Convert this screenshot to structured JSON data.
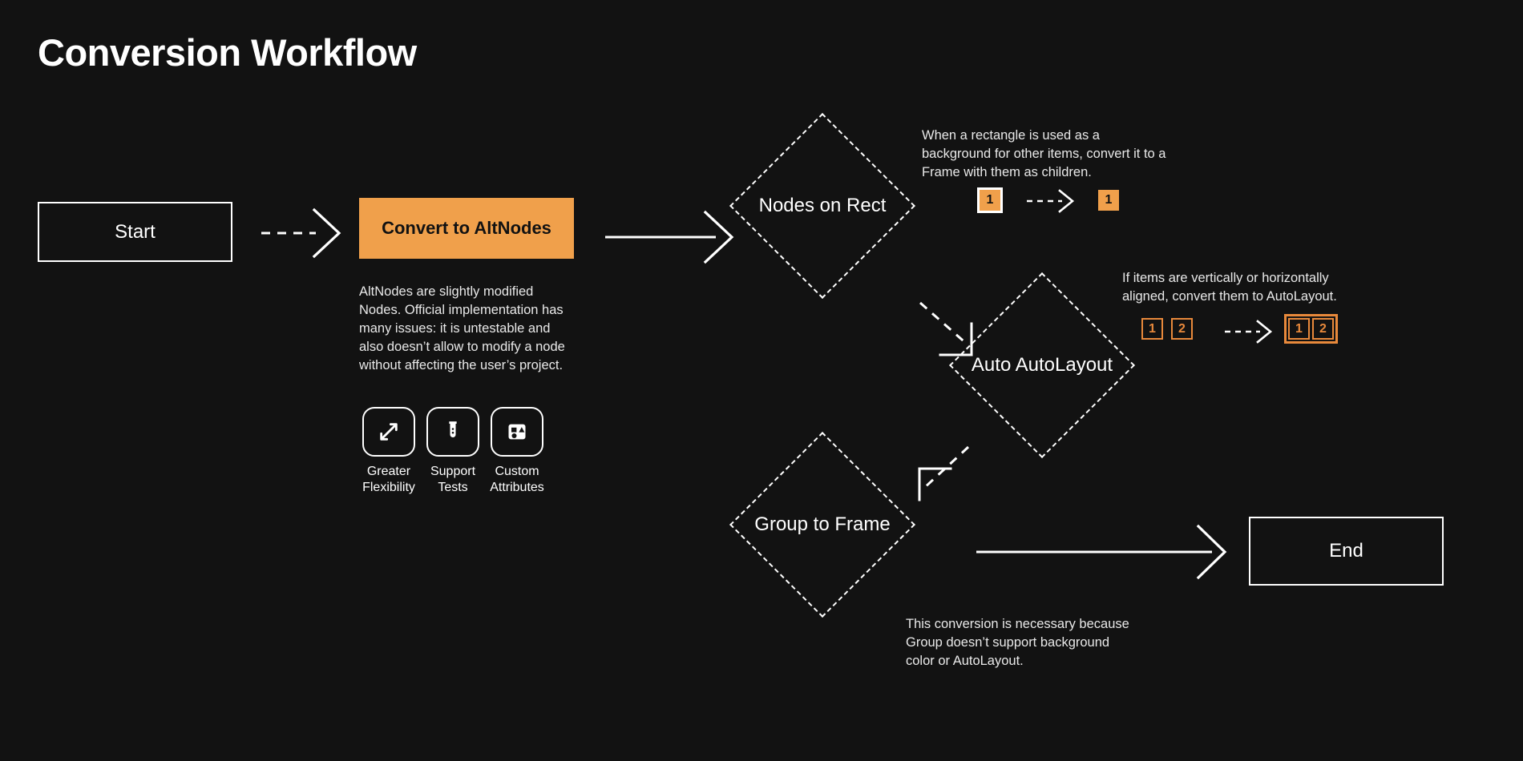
{
  "page": {
    "title": "Conversion Workflow",
    "background_color": "#121212",
    "accent_color": "#F0A04B",
    "accent_outline_color": "#E8893B",
    "line_color": "#FFFFFF"
  },
  "nodes": {
    "start": {
      "label": "Start",
      "type": "terminal"
    },
    "convert": {
      "label": "Convert to AltNodes",
      "type": "process",
      "fill": "#F0A04B"
    },
    "nodes_on_rect": {
      "label": "Nodes on Rect",
      "type": "decision"
    },
    "auto_autolayout": {
      "label": "Auto AutoLayout",
      "type": "decision"
    },
    "group_to_frame": {
      "label": "Group to Frame",
      "type": "decision"
    },
    "end": {
      "label": "End",
      "type": "terminal"
    }
  },
  "notes": {
    "convert": "AltNodes are slightly modified Nodes. Official implementation has many issues: it is untestable and also doesn’t allow to modify a node without affecting the user’s project.",
    "nodes_on_rect": "When a rectangle is used as a background for other items, convert it to a Frame with them as children.",
    "auto_autolayout": "If items are vertically or horizontally aligned, convert them to AutoLayout.",
    "group_to_frame": "This conversion is necessary because Group doesn’t support background color or AutoLayout."
  },
  "features": [
    {
      "icon": "expand-arrows-icon",
      "label": "Greater\nFlexibility"
    },
    {
      "icon": "test-tube-icon",
      "label": "Support\nTests"
    },
    {
      "icon": "shapes-icon",
      "label": "Custom\nAttributes"
    }
  ],
  "badges": {
    "rect_before": [
      {
        "text": "1",
        "style": "framed-white"
      }
    ],
    "rect_after": [
      {
        "text": "1",
        "style": "solid"
      }
    ],
    "align_before": [
      {
        "text": "1",
        "style": "outline"
      },
      {
        "text": "2",
        "style": "outline"
      }
    ],
    "align_after": [
      {
        "text": "1",
        "style": "outline"
      },
      {
        "text": "2",
        "style": "outline"
      }
    ]
  },
  "edges": [
    {
      "from": "start",
      "to": "convert",
      "style": "dashed"
    },
    {
      "from": "convert",
      "to": "nodes_on_rect",
      "style": "solid"
    },
    {
      "from": "nodes_on_rect",
      "to": "auto_autolayout",
      "style": "dashed"
    },
    {
      "from": "auto_autolayout",
      "to": "group_to_frame",
      "style": "dashed"
    },
    {
      "from": "group_to_frame",
      "to": "end",
      "style": "solid"
    },
    {
      "from": "badge-1-before",
      "to": "badge-1-after",
      "style": "dashed"
    },
    {
      "from": "badge-12-before",
      "to": "badge-12-after",
      "style": "dashed"
    }
  ]
}
